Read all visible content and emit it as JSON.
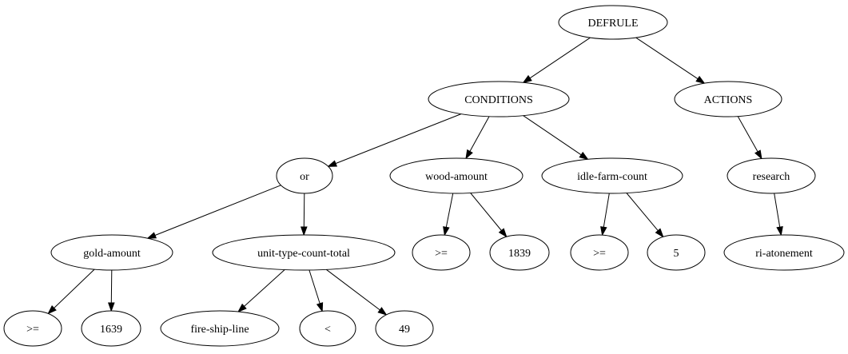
{
  "tree": {
    "nodes": [
      {
        "id": "defrule",
        "label": "DEFRULE"
      },
      {
        "id": "conditions",
        "label": "CONDITIONS"
      },
      {
        "id": "actions",
        "label": "ACTIONS"
      },
      {
        "id": "or",
        "label": "or"
      },
      {
        "id": "wood-amount",
        "label": "wood-amount"
      },
      {
        "id": "idle-farm-count",
        "label": "idle-farm-count"
      },
      {
        "id": "research",
        "label": "research"
      },
      {
        "id": "gold-amount",
        "label": "gold-amount"
      },
      {
        "id": "unit-type-count-total",
        "label": "unit-type-count-total"
      },
      {
        "id": "wood-op",
        "label": ">="
      },
      {
        "id": "wood-value",
        "label": "1839"
      },
      {
        "id": "farm-op",
        "label": ">="
      },
      {
        "id": "farm-value",
        "label": "5"
      },
      {
        "id": "ri-atonement",
        "label": "ri-atonement"
      },
      {
        "id": "gold-op",
        "label": ">="
      },
      {
        "id": "gold-value",
        "label": "1639"
      },
      {
        "id": "fire-ship-line",
        "label": "fire-ship-line"
      },
      {
        "id": "unit-op",
        "label": "<"
      },
      {
        "id": "unit-value",
        "label": "49"
      }
    ],
    "edges": [
      [
        "defrule",
        "conditions"
      ],
      [
        "defrule",
        "actions"
      ],
      [
        "conditions",
        "or"
      ],
      [
        "conditions",
        "wood-amount"
      ],
      [
        "conditions",
        "idle-farm-count"
      ],
      [
        "actions",
        "research"
      ],
      [
        "or",
        "gold-amount"
      ],
      [
        "or",
        "unit-type-count-total"
      ],
      [
        "wood-amount",
        "wood-op"
      ],
      [
        "wood-amount",
        "wood-value"
      ],
      [
        "idle-farm-count",
        "farm-op"
      ],
      [
        "idle-farm-count",
        "farm-value"
      ],
      [
        "research",
        "ri-atonement"
      ],
      [
        "gold-amount",
        "gold-op"
      ],
      [
        "gold-amount",
        "gold-value"
      ],
      [
        "unit-type-count-total",
        "fire-ship-line"
      ],
      [
        "unit-type-count-total",
        "unit-op"
      ],
      [
        "unit-type-count-total",
        "unit-value"
      ]
    ]
  }
}
